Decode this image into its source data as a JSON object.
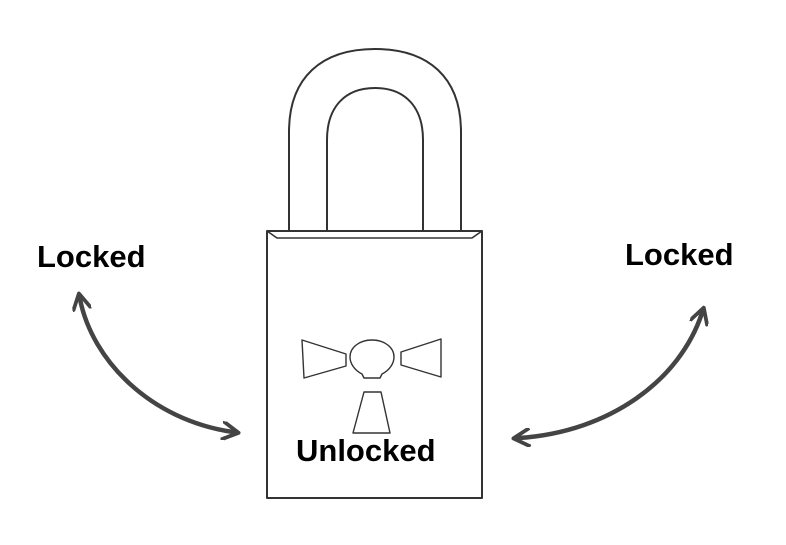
{
  "labels": {
    "left": "Locked",
    "right": "Locked",
    "center": "Unlocked"
  },
  "colors": {
    "outline": "#333333",
    "arrow": "#444444",
    "text": "#000000",
    "background": "#ffffff"
  },
  "icons": {
    "padlock": "padlock-icon",
    "keyhole": "keyhole-icon"
  }
}
